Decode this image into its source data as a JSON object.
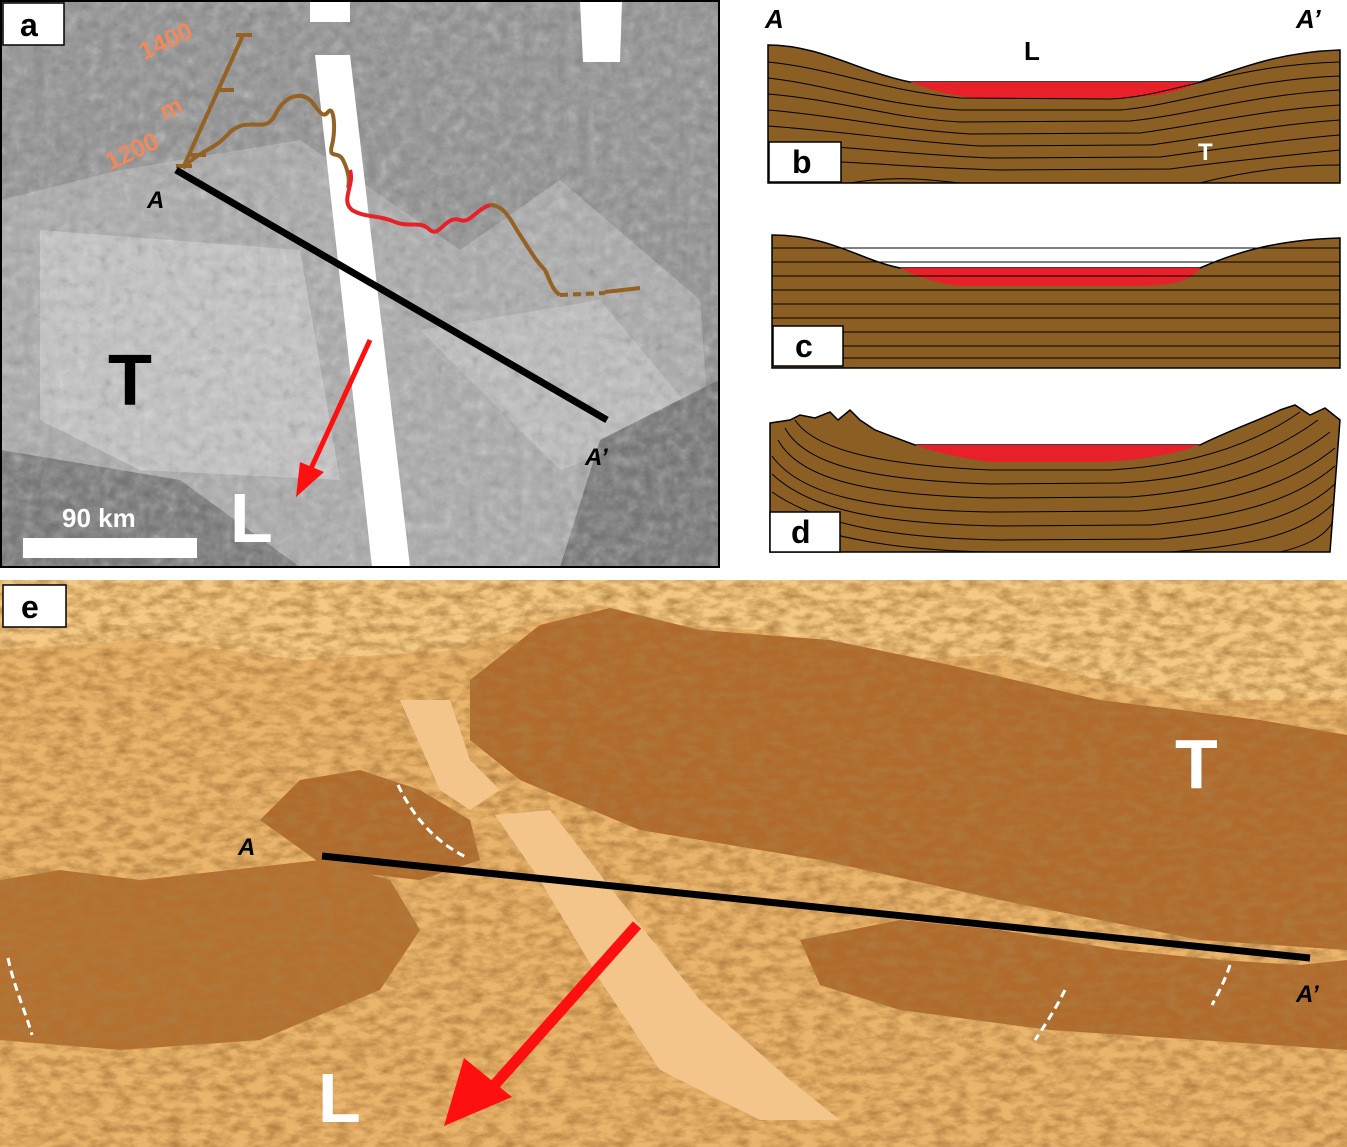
{
  "panels": {
    "a": {
      "panel_label": "a",
      "scale_top": "1400",
      "scale_unit": "m",
      "scale_bottom": "1200",
      "point_start": "A",
      "point_end": "A’",
      "terrain_label": "T",
      "lowland_label": "L",
      "scalebar_text": "90 km"
    },
    "b": {
      "panel_label": "b",
      "left_end": "A",
      "right_end": "A’",
      "lowland_label": "L",
      "terrain_label": "T"
    },
    "c": {
      "panel_label": "c"
    },
    "d": {
      "panel_label": "d"
    },
    "e": {
      "panel_label": "e",
      "point_start": "A",
      "point_end": "A’",
      "terrain_label": "T",
      "lowland_label": "L"
    }
  },
  "colors": {
    "strata_brown": "#8b5e23",
    "fill_red": "#e8202a",
    "profile_brown": "#946224",
    "arrow_red": "#ff1010",
    "perspective_sand": "#f0c27a"
  }
}
